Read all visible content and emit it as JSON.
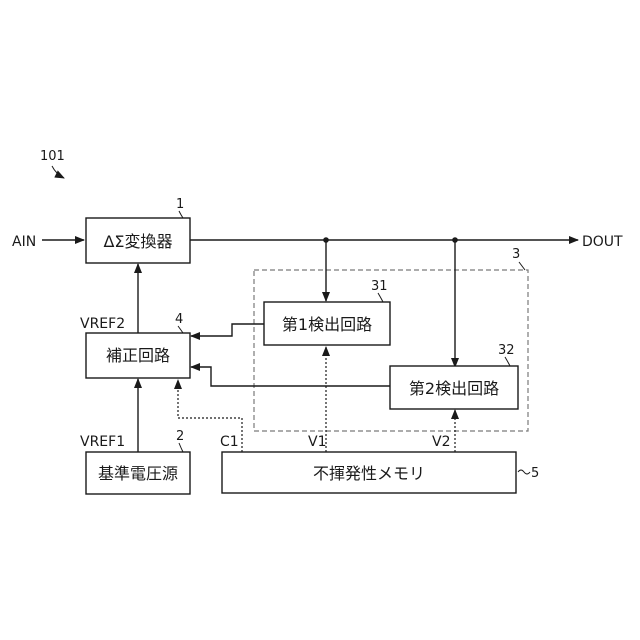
{
  "figure": {
    "ref": "101"
  },
  "blocks": {
    "adc": {
      "ref": "1",
      "label": "ΔΣ変換器"
    },
    "vref_source": {
      "ref": "2",
      "label": "基準電圧源"
    },
    "detect_group": {
      "ref": "3"
    },
    "correction": {
      "ref": "4",
      "label": "補正回路"
    },
    "detect1": {
      "ref": "31",
      "label": "第1検出回路"
    },
    "detect2": {
      "ref": "32",
      "label": "第2検出回路"
    },
    "nvm": {
      "ref": "5",
      "label": "不揮発性メモリ"
    }
  },
  "signals": {
    "ain": "AIN",
    "dout": "DOUT",
    "vref1": "VREF1",
    "vref2": "VREF2",
    "c1": "C1",
    "v1": "V1",
    "v2": "V2"
  },
  "colors": {
    "line": "#1a1a1a",
    "dashed_group": "#7a7a7a"
  }
}
